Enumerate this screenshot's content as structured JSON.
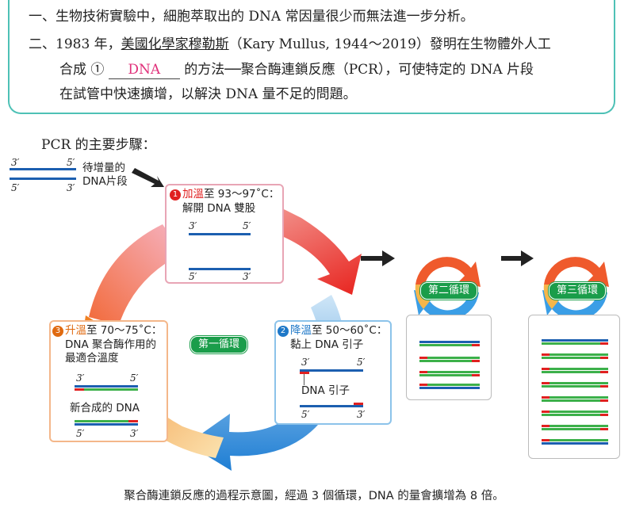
{
  "notes": {
    "line1": "一、生物技術實驗中，細胞萃取出的 DNA 常因量很少而無法進一步分析。",
    "line2_prefix": "二、1983 年，",
    "line2_underlined": "美國化學家穆勒斯",
    "line2_suffix": "（Kary Mullus, 1944～2019）發明在生物體外人工",
    "line3_prefix": "合成 ①",
    "line3_blank": "DNA",
    "line3_suffix": "的方法──聚合酶連鎖反應（PCR），可使特定的 DNA 片段",
    "line4": "在試管中快速擴增，以解決 DNA 量不足的問題。"
  },
  "heading": "PCR 的主要步驟：",
  "template": {
    "label_line1": "待增量的",
    "label_line2": "DNA片段",
    "top_left": "3′",
    "top_right": "5′",
    "bottom_left": "5′",
    "bottom_right": "3′"
  },
  "step1": {
    "num": "1",
    "title_colored": "加溫",
    "title_rest": "至 93～97˚C：",
    "desc": "解開 DNA 雙股",
    "top_left": "3′",
    "top_right": "5′",
    "bottom_left": "5′",
    "bottom_right": "3′"
  },
  "step2": {
    "num": "2",
    "title_colored": "降溫",
    "title_rest": "至 50～60˚C：",
    "desc": "黏上 DNA 引子",
    "top_left": "3′",
    "top_right": "5′",
    "primer_label": "DNA 引子",
    "bottom_left": "5′",
    "bottom_right": "3′"
  },
  "step3": {
    "num": "3",
    "title_colored": "升溫",
    "title_rest": "至 70～75˚C：",
    "desc1": "DNA 聚合酶作用的",
    "desc2": "最適合溫度",
    "top_left": "3′",
    "top_right": "5′",
    "new_label": "新合成的 DNA",
    "bottom_left": "5′",
    "bottom_right": "3′"
  },
  "cycle1": "第一循環",
  "cycle2": "第二循環",
  "cycle3": "第三循環",
  "caption": "聚合酶連鎖反應的過程示意圖，經過 3 個循環，DNA 的量會擴增為 8 倍。",
  "colors": {
    "teal": "#4ec1b6",
    "pink": "#e0307a",
    "green": "#1a9d4a",
    "blue": "#1e78c8",
    "red": "#e02020",
    "strandBlue": "#1c5fb0",
    "strandGreen": "#3cb04a"
  }
}
